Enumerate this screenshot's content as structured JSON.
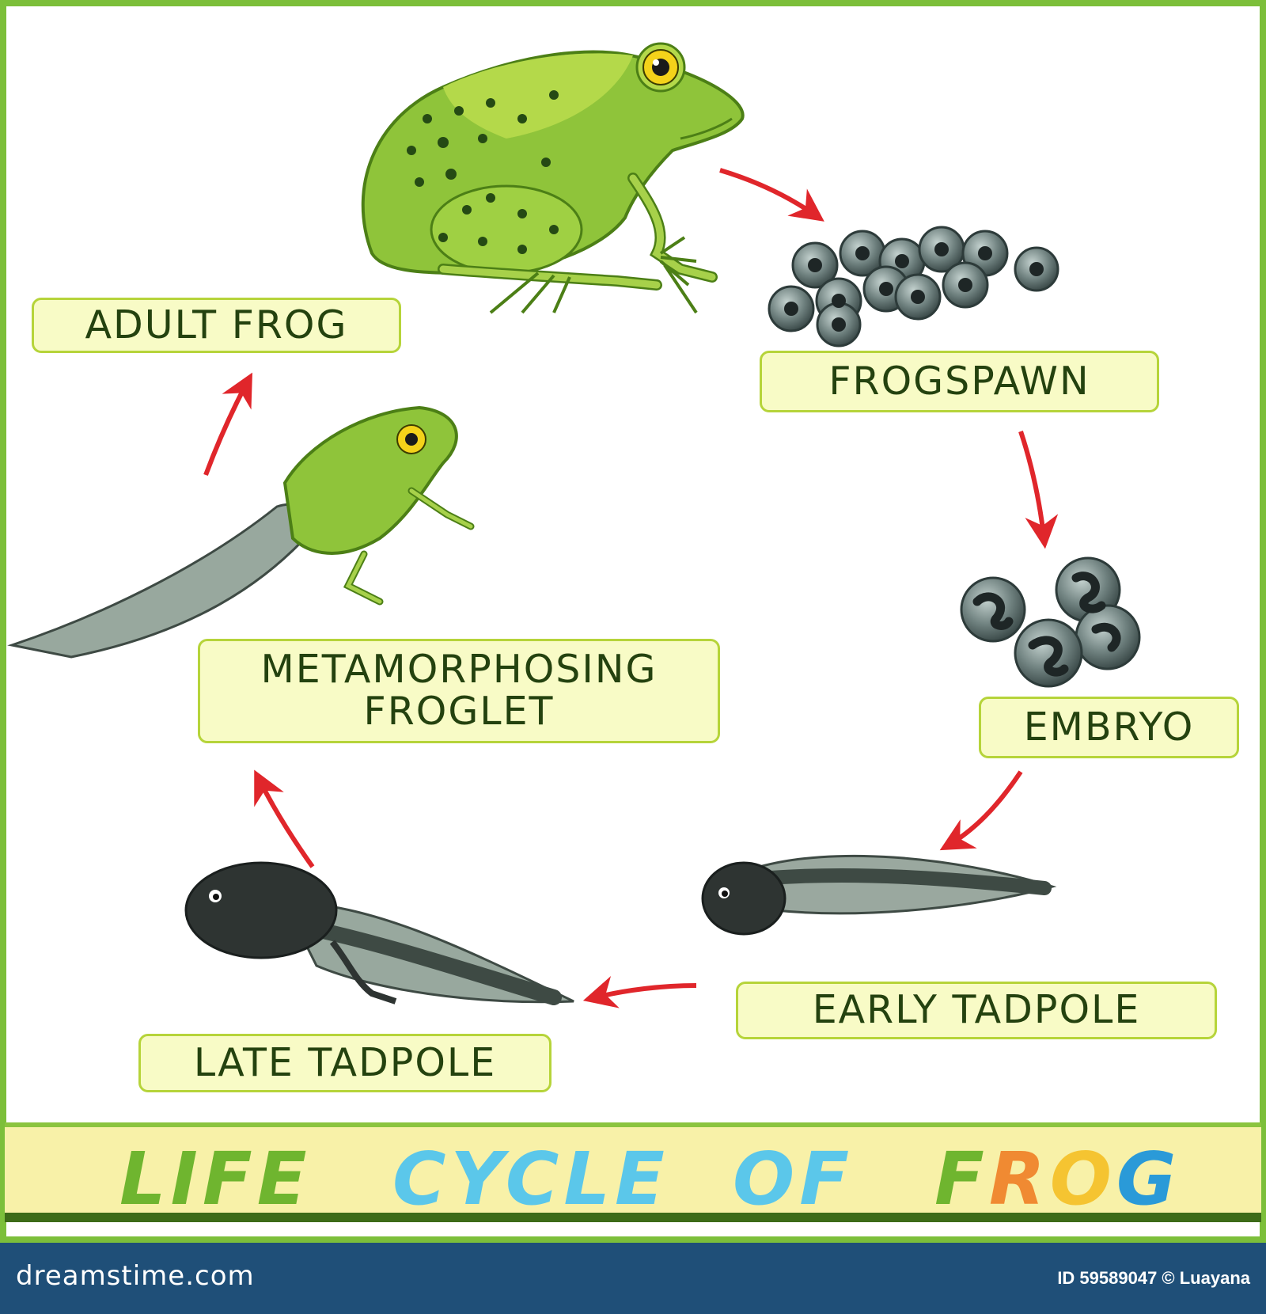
{
  "stages": {
    "adult_frog": "ADULT FROG",
    "frogspawn": "FROGSPAWN",
    "embryo": "EMBRYO",
    "early_tadpole": "EARLY TADPOLE",
    "late_tadpole": "LATE TADPOLE",
    "froglet_line1": "METAMORPHOSING",
    "froglet_line2": "FROGLET"
  },
  "title": {
    "word1": "LIFE",
    "word2": "CYCLE",
    "word3": "OF",
    "word4": "FROG"
  },
  "footer": {
    "site": "dreamstime.com",
    "image_id": "ID 59589047 © Luayana"
  },
  "colors": {
    "frame_green": "#7cbf3a",
    "arrow_red": "#e0262b",
    "label_fill": "#f8fbc6",
    "title_life": "#6fb52f",
    "title_cycle": "#5bc7ea",
    "title_of": "#5bc7ea",
    "title_f": "#6fb52f",
    "title_r": "#f08a32",
    "title_o": "#f5c431",
    "title_g": "#2a9ad8",
    "footer_bg": "#1f4f78"
  }
}
